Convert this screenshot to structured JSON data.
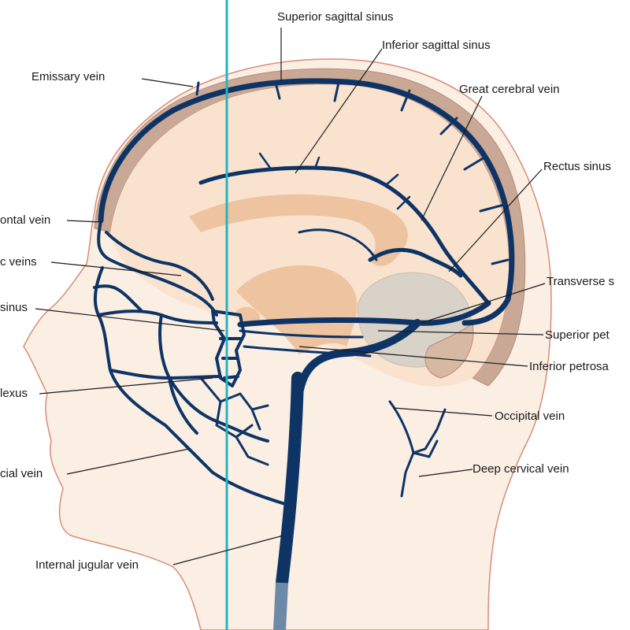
{
  "labels": {
    "superior_sagittal_sinus": "Superior sagittal sinus",
    "inferior_sagittal_sinus": "Inferior sagittal sinus",
    "emissary_vein": "Emissary vein",
    "great_cerebral_vein": "Great cerebral vein",
    "rectus_sinus": "Rectus sinus",
    "frontal_vein": "ontal vein",
    "ophthalmic_veins": "c veins",
    "cavernous_sinus": "sinus",
    "transverse_sinus": "Transverse s",
    "superior_petrosal_sinus": "Superior pet",
    "inferior_petrosal_sinus": "Inferior petrosa",
    "pterygoid_plexus": "lexus",
    "occipital_vein": "Occipital vein",
    "facial_vein": "cial vein",
    "deep_cervical_vein": "Deep cervical vein",
    "internal_jugular_vein": "Internal jugular vein"
  },
  "colors": {
    "vein": "#0e3466",
    "skin": "#fbeee3",
    "skin_outline": "#d98c78",
    "skull": "#c9a896",
    "brain": "#f9e3cf",
    "brain_structure": "#eec3a0",
    "cerebellum": "#d9d2c8",
    "guide_line": "#20b5c3"
  }
}
